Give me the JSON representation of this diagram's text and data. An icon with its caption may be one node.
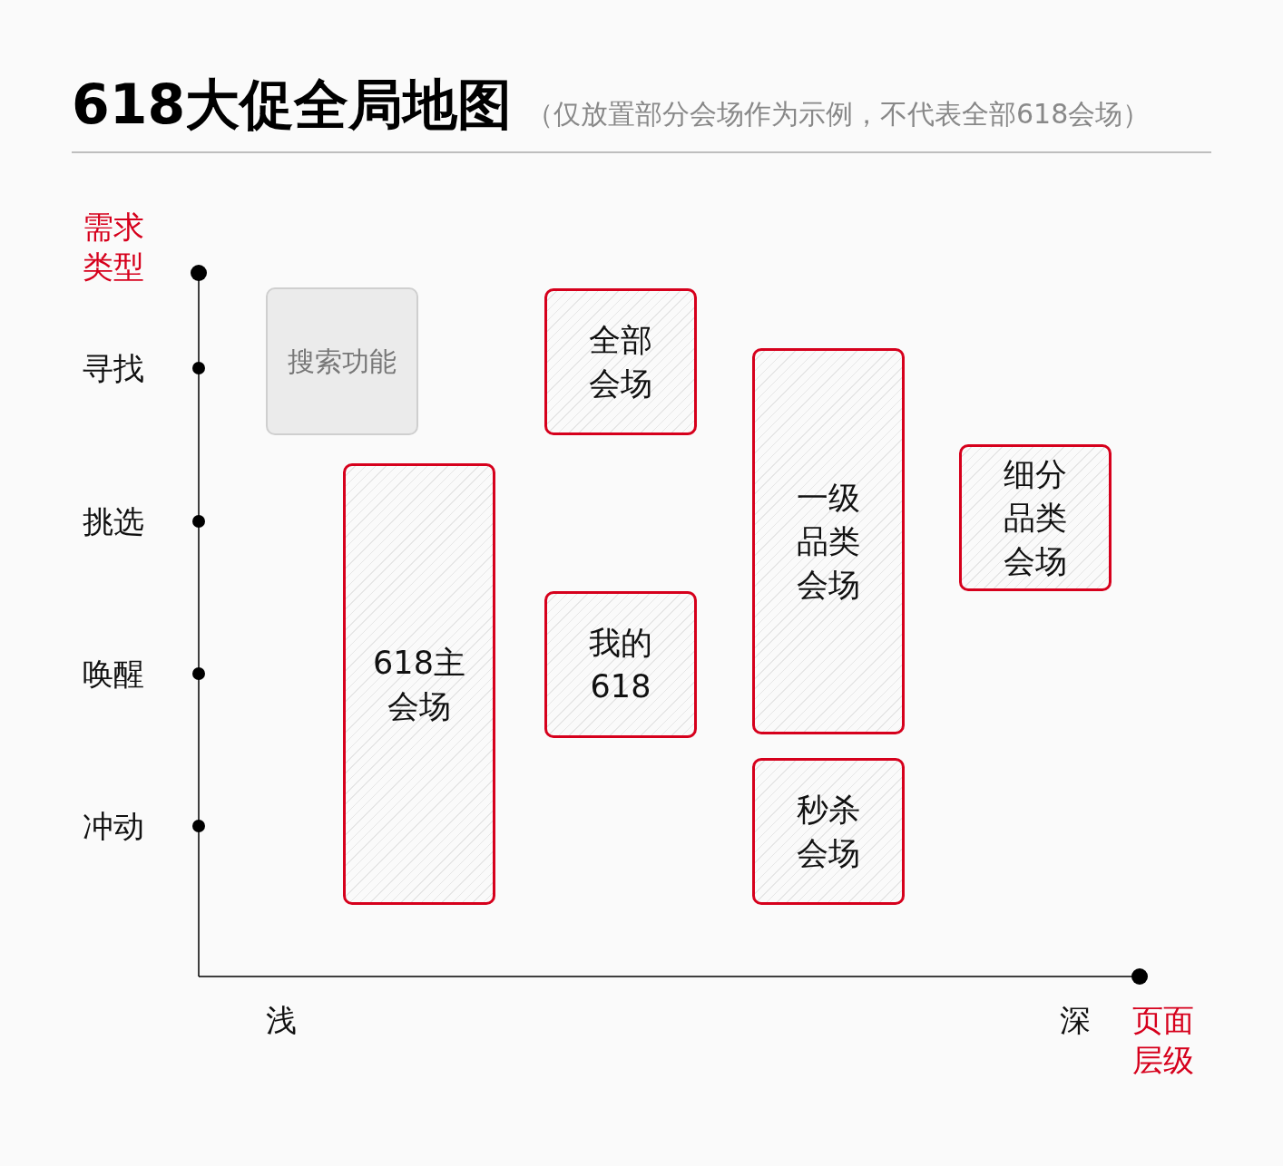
{
  "diagram": {
    "title": "618大促全局地图",
    "nodes": [
      {
        "text": [
          "搜索功能"
        ]
      },
      {
        "text": [
          "全部会场"
        ]
      },
      {
        "text": [
          "618主会场"
        ]
      },
      {
        "text": [
          "我的618"
        ]
      },
      {
        "text": [
          "一级品类会场"
        ]
      },
      {
        "text": [
          "秒杀会场"
        ]
      },
      {
        "text": [
          "细分品类会场"
        ]
      }
    ],
    "edges": [],
    "labels": [
      "（仅放置部分会场作为示例，不代表全部618会场）",
      "需求类型",
      "寻找",
      "挑选",
      "唤醒",
      "冲动",
      "浅",
      "深",
      "页面层级"
    ]
  }
}
